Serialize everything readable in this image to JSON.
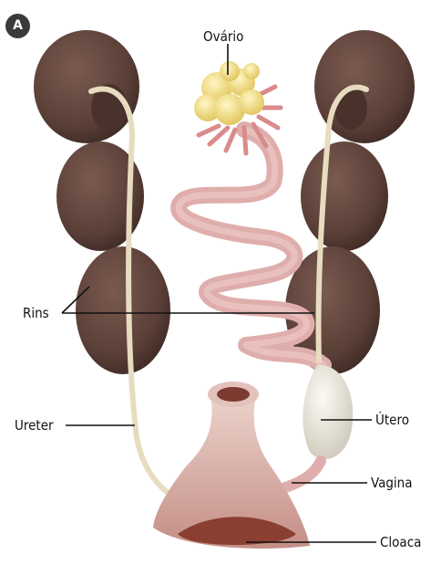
{
  "panel_letter": "A",
  "labels": {
    "ovario": "Ovário",
    "rins": "Rins",
    "ureter": "Ureter",
    "utero": "Útero",
    "vagina": "Vagina",
    "cloaca": "Cloaca"
  },
  "colors": {
    "kidney": "#5b4038",
    "ureter": "#e8dcc0",
    "oviduct": "#dfaeac",
    "ovary": "#f2e08a",
    "uterus": "#e6e3da",
    "cloaca": "#d6a8a0",
    "cloaca_inner": "#8a3f30",
    "leader_line": "#111111",
    "badge": "#3a3a3a"
  }
}
